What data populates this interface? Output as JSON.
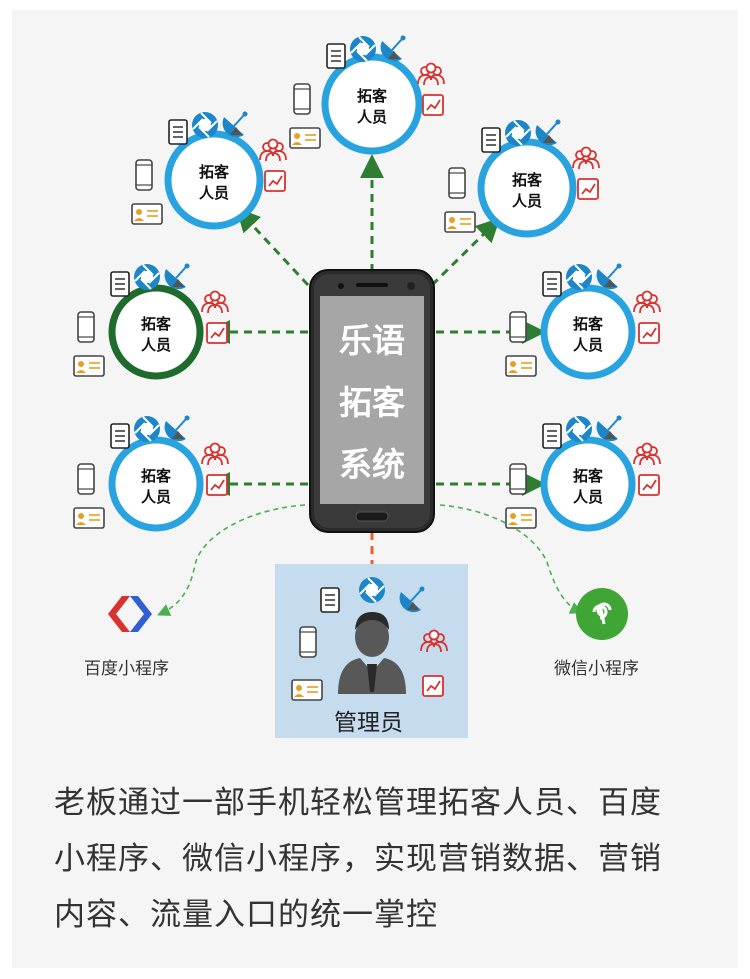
{
  "phone": {
    "lines": [
      "乐语",
      "拓客",
      "系统"
    ]
  },
  "nodes": [
    {
      "label_line1": "拓客",
      "label_line2": "人员"
    },
    {
      "label_line1": "拓客",
      "label_line2": "人员"
    },
    {
      "label_line1": "拓客",
      "label_line2": "人员"
    },
    {
      "label_line1": "拓客",
      "label_line2": "人员"
    },
    {
      "label_line1": "拓客",
      "label_line2": "人员"
    },
    {
      "label_line1": "拓客",
      "label_line2": "人员"
    },
    {
      "label_line1": "拓客",
      "label_line2": "人员"
    }
  ],
  "admin": {
    "label": "管理员"
  },
  "baidu": {
    "label": "百度小程序"
  },
  "wechat": {
    "label": "微信小程序"
  },
  "caption": {
    "line1": "老板通过一部手机轻松管理拓客人员、百度",
    "line2": "小程序、微信小程序，实现营销数据、营销",
    "line3": "内容、流量入口的统一掌控"
  },
  "colors": {
    "ring_blue": "#29a3e0",
    "ring_green": "#1f6b2e",
    "arrow_green": "#2e7d32",
    "arrow_orange": "#e8622a",
    "icon_red": "#d9312d",
    "admin_bg": "#c4dcee"
  }
}
